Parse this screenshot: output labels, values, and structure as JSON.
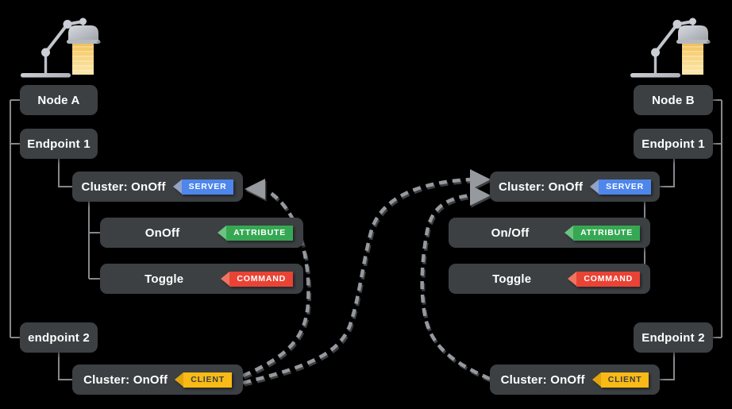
{
  "diagram": {
    "title": "Matter OnOff cluster client–server binding between two nodes",
    "background": "#000000",
    "left": {
      "device_icon": "desk-lamp-icon",
      "node_label": "Node A",
      "endpoint1_label": "Endpoint 1",
      "cluster_server": {
        "label": "Cluster: OnOff",
        "badge": "SERVER"
      },
      "attribute_row": {
        "label": "OnOff",
        "badge": "ATTRIBUTE"
      },
      "command_row": {
        "label": "Toggle",
        "badge": "COMMAND"
      },
      "endpoint2_label": "endpoint 2",
      "cluster_client": {
        "label": "Cluster: OnOff",
        "badge": "CLIENT"
      }
    },
    "right": {
      "device_icon": "desk-lamp-icon",
      "node_label": "Node B",
      "endpoint1_label": "Endpoint 1",
      "cluster_server": {
        "label": "Cluster: OnOff",
        "badge": "SERVER"
      },
      "attribute_row": {
        "label": "On/Off",
        "badge": "ATTRIBUTE"
      },
      "command_row": {
        "label": "Toggle",
        "badge": "COMMAND"
      },
      "endpoint2_label": "Endpoint 2",
      "cluster_client": {
        "label": "Cluster: OnOff",
        "badge": "CLIENT"
      }
    },
    "connections": [
      {
        "from": "node-a-cluster-client",
        "to": "node-a-cluster-server",
        "type": "dashed-arrow"
      },
      {
        "from": "node-a-cluster-client",
        "to": "node-b-cluster-server",
        "type": "dashed-arrow"
      },
      {
        "from": "node-b-cluster-client",
        "to": "node-b-cluster-server",
        "type": "dashed-arrow"
      }
    ],
    "colors": {
      "background": "#000000",
      "box_fill": "#3C4043",
      "box_text": "#FFFFFF",
      "tree_line": "#85888C",
      "dashed_arrow": "#96999E",
      "server_badge": "#4E86EC",
      "attribute_badge": "#36A853",
      "command_badge": "#E94335",
      "client_badge": "#F9BA16",
      "client_badge_text": "#3C4043"
    }
  }
}
